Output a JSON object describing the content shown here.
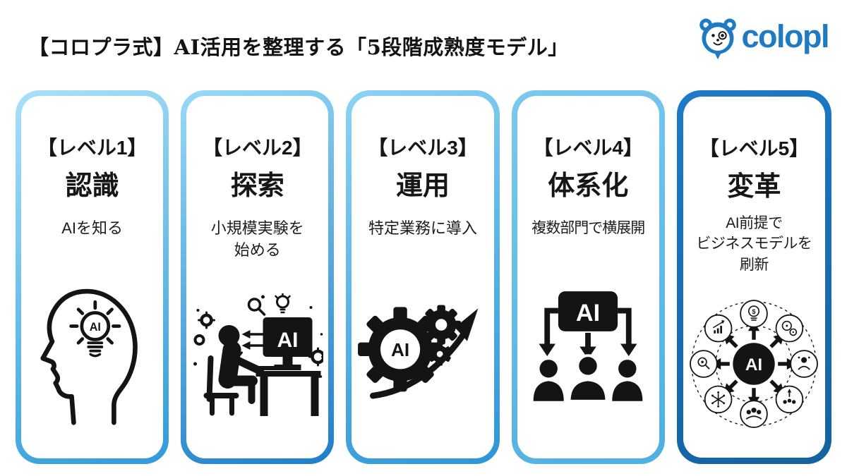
{
  "header": {
    "title": "【コロプラ式】AI活用を整理する「5段階成熟度モデル」",
    "logo_text": "colopl"
  },
  "colors": {
    "background": "#ffffff",
    "title_text": "#131313",
    "logo_blue": "#1e7ac2",
    "icon_black": "#141414",
    "card_borders": [
      {
        "from": "#a8e1f8",
        "to": "#2f9bd8"
      },
      {
        "from": "#97daf6",
        "to": "#1e7ec8"
      },
      {
        "from": "#8bd3f3",
        "to": "#2e95d4"
      },
      {
        "from": "#7ac9ef",
        "to": "#4fafe0"
      },
      {
        "from": "#1e7ac9",
        "to": "#15629f"
      }
    ]
  },
  "cards": [
    {
      "level_label": "【レベル1】",
      "level_name": "認識",
      "description": "AIを知る",
      "icon": "head-lightbulb-ai-icon",
      "icon_text": "AI"
    },
    {
      "level_label": "【レベル2】",
      "level_name": "探索",
      "description": "小規模実験を\n始める",
      "icon": "person-computer-ai-icon",
      "icon_text": "AI"
    },
    {
      "level_label": "【レベル3】",
      "level_name": "運用",
      "description": "特定業務に導入",
      "icon": "gears-growth-arrow-icon",
      "icon_text": "AI"
    },
    {
      "level_label": "【レベル4】",
      "level_name": "体系化",
      "description": "複数部門で横展開",
      "icon": "ai-distribution-team-icon",
      "icon_text": "AI"
    },
    {
      "level_label": "【レベル5】",
      "level_name": "変革",
      "description": "AI前提で\nビジネスモデルを\n刷新",
      "icon": "ai-hub-network-icon",
      "icon_text": "AI"
    }
  ]
}
